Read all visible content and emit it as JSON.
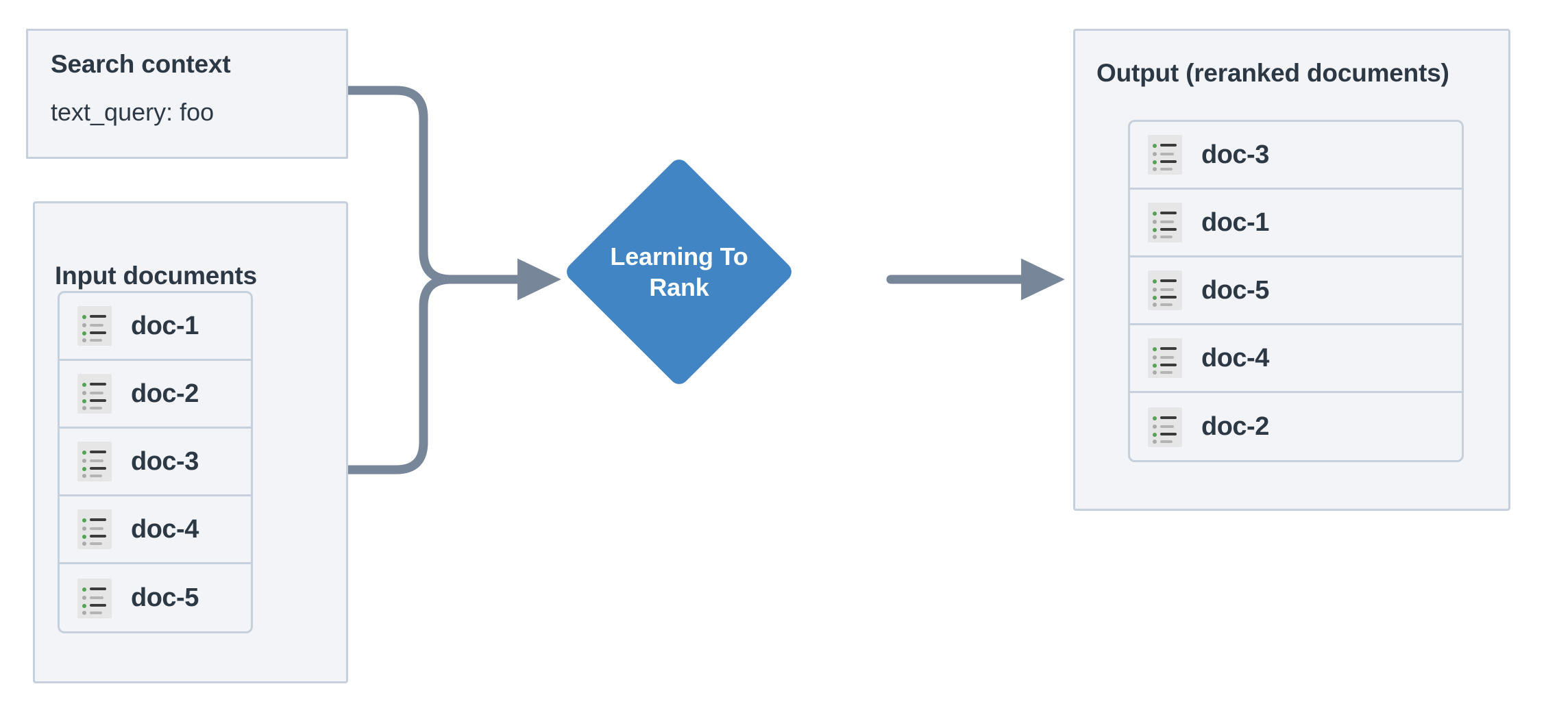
{
  "diagram": {
    "title": "Learning To Rank reranking flow",
    "colors": {
      "panel_fill": "#f2f4f7",
      "panel_border": "#c5d0dc",
      "text": "#2d3845",
      "node_blue": "#4285c5",
      "connector_gray": "#78869a",
      "icon_bullet_green": "#52a352",
      "icon_bullet_gray": "#aaaaaa"
    }
  },
  "search_context": {
    "title": "Search context",
    "query_line": "text_query: foo"
  },
  "input_panel": {
    "title": "Input documents",
    "documents": [
      {
        "label": "doc-1",
        "icon": "document-list-icon"
      },
      {
        "label": "doc-2",
        "icon": "document-list-icon"
      },
      {
        "label": "doc-3",
        "icon": "document-list-icon"
      },
      {
        "label": "doc-4",
        "icon": "document-list-icon"
      },
      {
        "label": "doc-5",
        "icon": "document-list-icon"
      }
    ]
  },
  "process_node": {
    "label": "Learning To Rank",
    "line1": "Learning To",
    "line2": "Rank",
    "shape": "diamond"
  },
  "output_panel": {
    "title": "Output (reranked documents)",
    "documents": [
      {
        "label": "doc-3",
        "icon": "document-list-icon"
      },
      {
        "label": "doc-1",
        "icon": "document-list-icon"
      },
      {
        "label": "doc-5",
        "icon": "document-list-icon"
      },
      {
        "label": "doc-4",
        "icon": "document-list-icon"
      },
      {
        "label": "doc-2",
        "icon": "document-list-icon"
      }
    ]
  },
  "connectors": [
    {
      "name": "search-context-to-ltr",
      "from": "Search context",
      "to": "Learning To Rank",
      "style": "elbow-arrow"
    },
    {
      "name": "input-documents-to-ltr",
      "from": "Input documents",
      "to": "Learning To Rank",
      "style": "elbow-arrow"
    },
    {
      "name": "ltr-to-output",
      "from": "Learning To Rank",
      "to": "Output (reranked documents)",
      "style": "straight-arrow"
    }
  ]
}
